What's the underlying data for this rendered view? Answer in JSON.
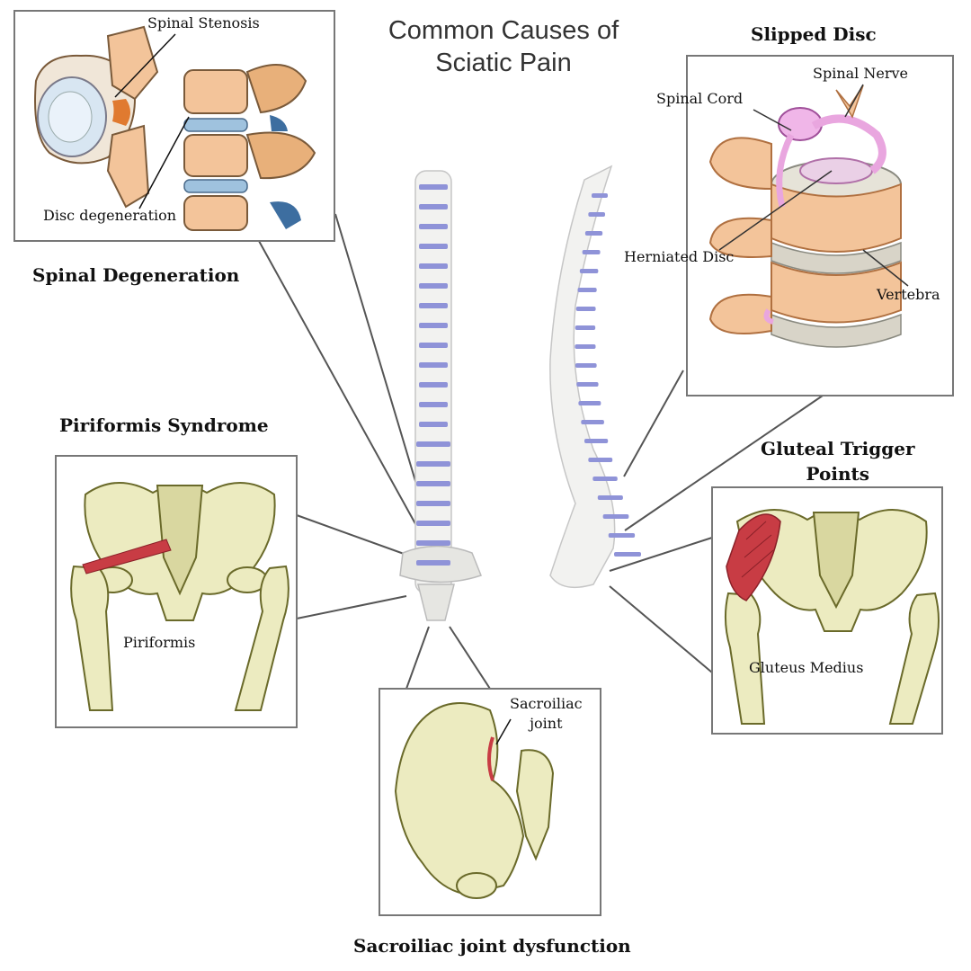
{
  "title": {
    "line1": "Common Causes of",
    "line2": "Sciatic Pain"
  },
  "sections": {
    "spinal_degeneration": {
      "heading": "Spinal Degeneration",
      "labels": {
        "spinal_stenosis": "Spinal Stenosis",
        "disc_degeneration": "Disc degeneration"
      }
    },
    "slipped_disc": {
      "heading": "Slipped Disc",
      "labels": {
        "spinal_nerve": "Spinal Nerve",
        "spinal_cord": "Spinal Cord",
        "herniated_disc": "Herniated Disc",
        "vertebra": "Vertebra"
      }
    },
    "piriformis_syndrome": {
      "heading": "Piriformis Syndrome",
      "labels": {
        "piriformis": "Piriformis"
      }
    },
    "gluteal_trigger_points": {
      "heading_line1": "Gluteal Trigger",
      "heading_line2": "Points",
      "labels": {
        "gluteus_medius": "Gluteus Medius"
      }
    },
    "sacroiliac_joint_dysfunction": {
      "heading": "Sacroiliac joint dysfunction",
      "labels": {
        "sacroiliac_line1": "Sacroiliac",
        "sacroiliac_line2": "joint"
      }
    }
  },
  "colors": {
    "bone": "#ecebc0",
    "bone_outline": "#6a6a2a",
    "disc": "#8f93d8",
    "vertebra_orange": "#e6a060",
    "nerve_pink": "#e9a6df",
    "muscle_red": "#c83c44",
    "connector": "#555555"
  }
}
